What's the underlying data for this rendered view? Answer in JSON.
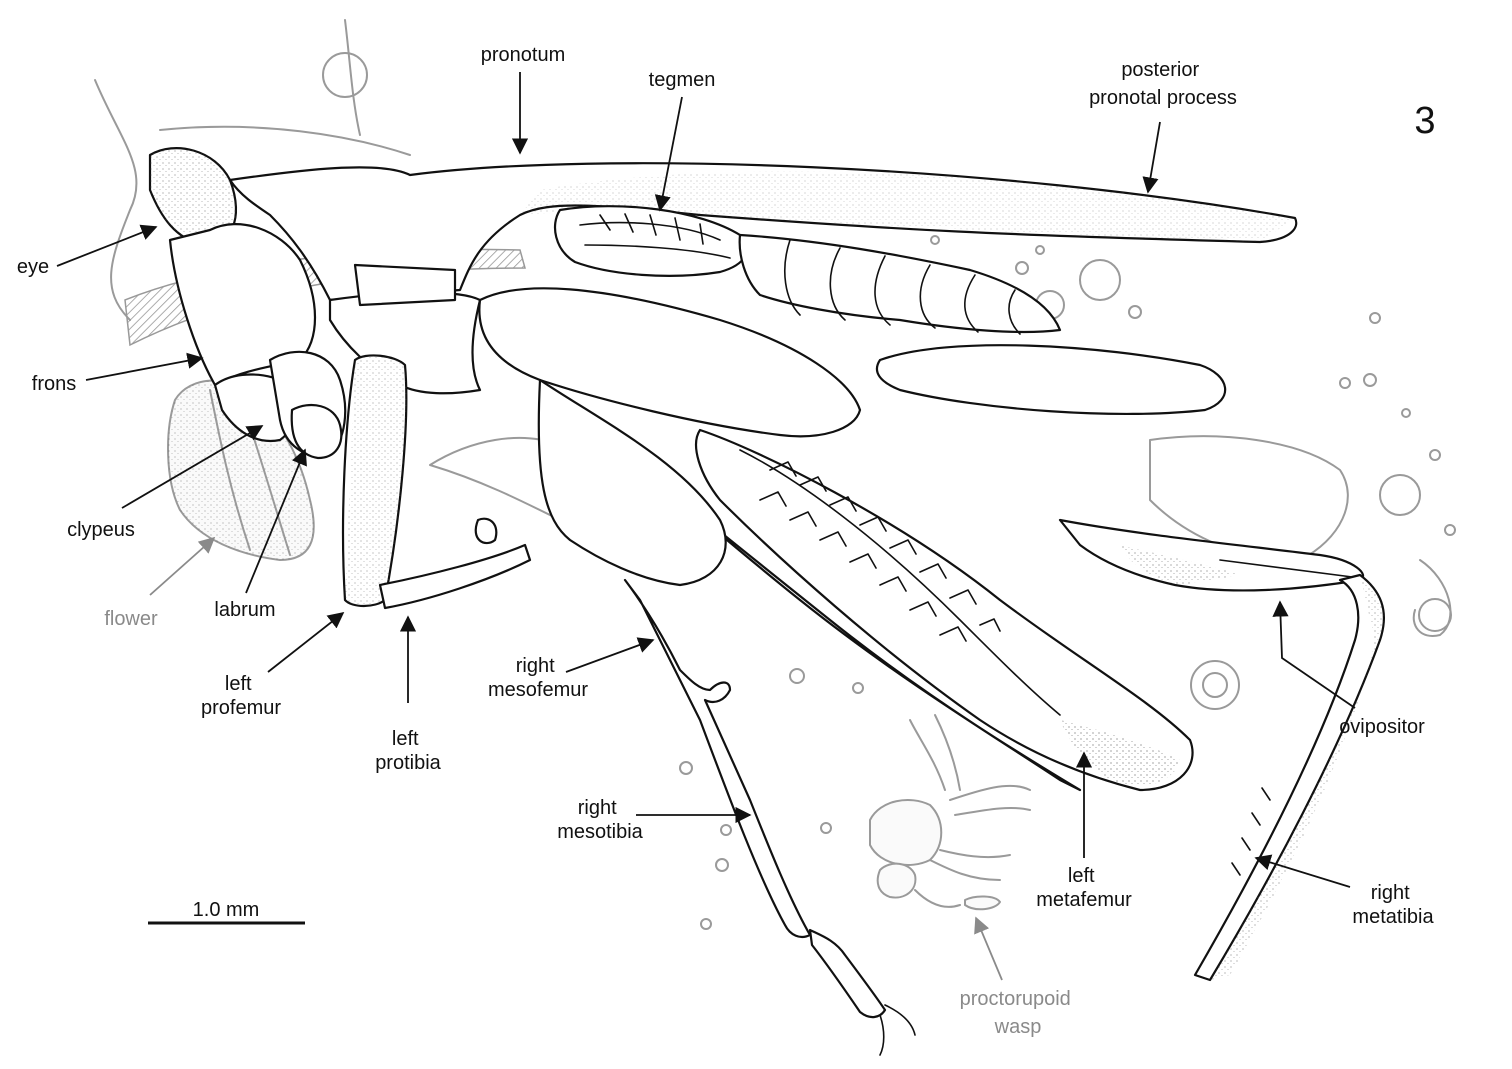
{
  "figure_number": "3",
  "scale_bar": {
    "label": "1.0 mm"
  },
  "labels": [
    {
      "id": "pronotum",
      "lines": [
        "pronotum"
      ],
      "color": "black"
    },
    {
      "id": "tegmen",
      "lines": [
        "tegmen"
      ],
      "color": "black"
    },
    {
      "id": "posterior-pronotal-process",
      "lines": [
        "posterior",
        "pronotal process"
      ],
      "color": "black"
    },
    {
      "id": "eye",
      "lines": [
        "eye"
      ],
      "color": "black"
    },
    {
      "id": "frons",
      "lines": [
        "frons"
      ],
      "color": "black"
    },
    {
      "id": "clypeus",
      "lines": [
        "clypeus"
      ],
      "color": "black"
    },
    {
      "id": "flower",
      "lines": [
        "flower"
      ],
      "color": "gray"
    },
    {
      "id": "labrum",
      "lines": [
        "labrum"
      ],
      "color": "black"
    },
    {
      "id": "left-profemur",
      "lines": [
        "left",
        "profemur"
      ],
      "color": "black"
    },
    {
      "id": "left-protibia",
      "lines": [
        "left",
        "protibia"
      ],
      "color": "black"
    },
    {
      "id": "right-mesofemur",
      "lines": [
        "right",
        "mesofemur"
      ],
      "color": "black"
    },
    {
      "id": "right-mesotibia",
      "lines": [
        "right",
        "mesotibia"
      ],
      "color": "black"
    },
    {
      "id": "ovipositor",
      "lines": [
        "ovipositor"
      ],
      "color": "black"
    },
    {
      "id": "left-metafemur",
      "lines": [
        "left",
        "metafemur"
      ],
      "color": "black"
    },
    {
      "id": "right-metatibia",
      "lines": [
        "right",
        "metatibia"
      ],
      "color": "black"
    },
    {
      "id": "proctorupoid-wasp",
      "lines": [
        "proctorupoid",
        "wasp"
      ],
      "color": "gray"
    }
  ]
}
